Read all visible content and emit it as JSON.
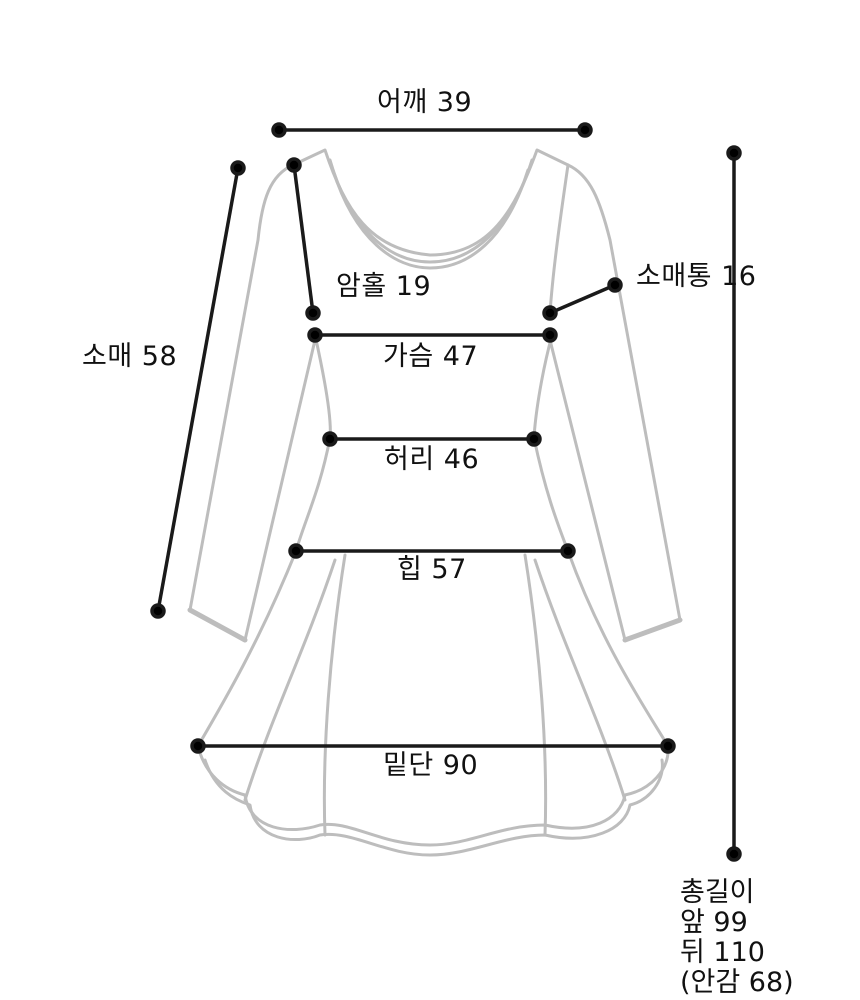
{
  "diagram": {
    "type": "garment-size-chart",
    "garment": "long-sleeve flared dress",
    "colors": {
      "outline": "#bdbdbd",
      "measure_line": "#1a1a1a",
      "text": "#111111",
      "background": "#ffffff"
    }
  },
  "measurements": {
    "shoulder": {
      "label": "어깨",
      "value": "39",
      "text": "어깨 39"
    },
    "armhole": {
      "label": "암홀",
      "value": "19",
      "text": "암홀 19"
    },
    "sleeve_width": {
      "label": "소매통",
      "value": "16",
      "text": "소매통 16"
    },
    "sleeve": {
      "label": "소매",
      "value": "58",
      "text": "소매 58"
    },
    "chest": {
      "label": "가슴",
      "value": "47",
      "text": "가슴 47"
    },
    "waist": {
      "label": "허리",
      "value": "46",
      "text": "허리 46"
    },
    "hip": {
      "label": "힙",
      "value": "57",
      "text": "힙 57"
    },
    "hem": {
      "label": "밑단",
      "value": "90",
      "text": "밑단 90"
    },
    "total_length": {
      "title": "총길이",
      "front": "앞 99",
      "back": "뒤 110",
      "lining": "(안감 68)"
    }
  }
}
